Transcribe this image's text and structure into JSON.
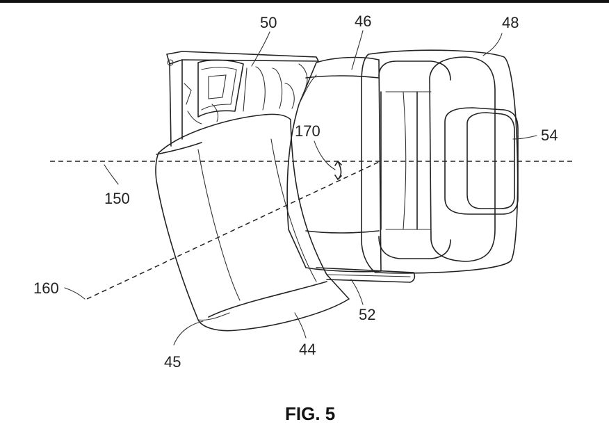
{
  "figure": {
    "caption": "FIG. 5",
    "reference_numerals": {
      "r50": "50",
      "r46": "46",
      "r48": "48",
      "r54": "54",
      "r170": "170",
      "r150": "150",
      "r160": "160",
      "r52": "52",
      "r45": "45",
      "r44": "44"
    }
  }
}
